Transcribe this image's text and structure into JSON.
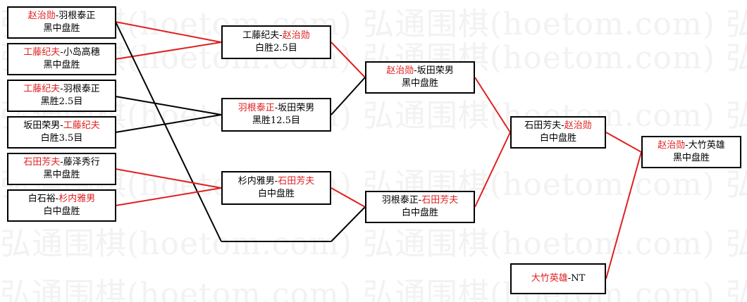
{
  "colors": {
    "winner": "#e02020",
    "line_win": "#e02020",
    "line_lose": "#000000",
    "watermark": "#f2f2f2"
  },
  "watermark": "弘通围棋(hoetom.com) 弘通围棋(hoetom.com) 弘通围棋(hoetom.com)",
  "round1": [
    {
      "p1": "赵治勋",
      "p2": "羽根泰正",
      "winner": 1,
      "result": "黑中盘胜"
    },
    {
      "p1": "工藤纪夫",
      "p2": "小岛高穗",
      "winner": 1,
      "result": "黑中盘胜"
    },
    {
      "p1": "工藤纪夫",
      "p2": "羽根泰正",
      "winner": 1,
      "result": "黑胜2.5目"
    },
    {
      "p1": "坂田荣男",
      "p2": "工藤纪夫",
      "winner": 2,
      "result": "白胜3.5目"
    },
    {
      "p1": "石田芳夫",
      "p2": "藤泽秀行",
      "winner": 1,
      "result": "黑中盘胜"
    },
    {
      "p1": "白石裕",
      "p2": "杉内雅男",
      "winner": 2,
      "result": "白中盘胜"
    }
  ],
  "round2": [
    {
      "p1": "工藤纪夫",
      "p2": "赵治勋",
      "winner": 2,
      "result": "白胜2.5目"
    },
    {
      "p1": "羽根泰正",
      "p2": "坂田荣男",
      "winner": 1,
      "result": "黑胜12.5目"
    },
    {
      "p1": "杉内雅男",
      "p2": "石田芳夫",
      "winner": 2,
      "result": "白中盘胜"
    }
  ],
  "round3": [
    {
      "p1": "赵治勋",
      "p2": "坂田荣男",
      "winner": 1,
      "result": "黑中盘胜"
    },
    {
      "p1": "羽根泰正",
      "p2": "石田芳夫",
      "winner": 2,
      "result": "白中盘胜"
    }
  ],
  "round4": [
    {
      "p1": "石田芳夫",
      "p2": "赵治勋",
      "winner": 2,
      "result": "白中盘胜"
    },
    {
      "p1": "大竹英雄",
      "p2": "NT",
      "winner": 1,
      "result": ""
    }
  ],
  "final": {
    "p1": "赵治勋",
    "p2": "大竹英雄",
    "winner": 1,
    "result": "黑中盘胜"
  }
}
